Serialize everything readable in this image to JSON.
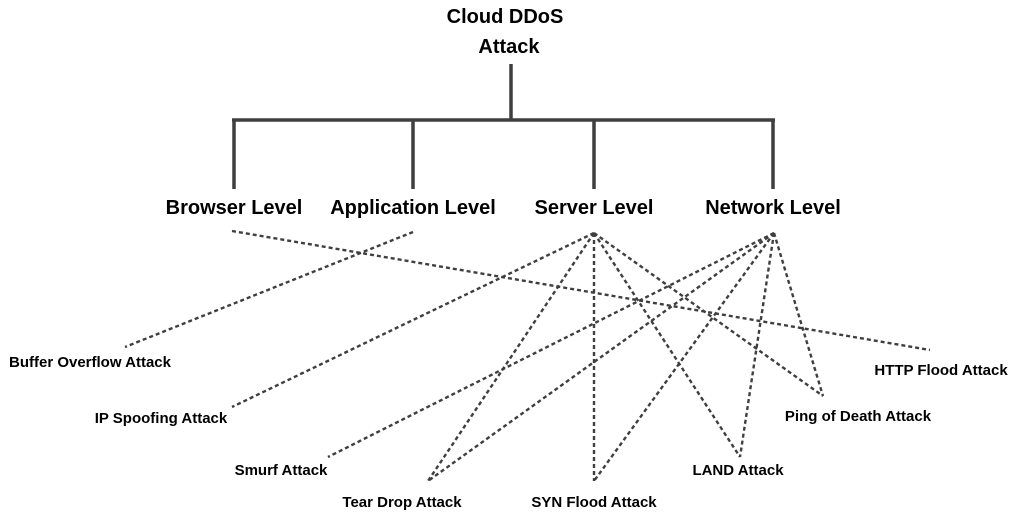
{
  "root": {
    "line1": "Cloud DDoS",
    "line2": "Attack"
  },
  "levels": [
    {
      "id": "browser",
      "label": "Browser Level"
    },
    {
      "id": "application",
      "label": "Application Level"
    },
    {
      "id": "server",
      "label": "Server Level"
    },
    {
      "id": "network",
      "label": "Network Level"
    }
  ],
  "attacks": [
    {
      "id": "buffer-overflow",
      "label": "Buffer Overflow Attack"
    },
    {
      "id": "ip-spoofing",
      "label": "IP Spoofing Attack"
    },
    {
      "id": "smurf",
      "label": "Smurf Attack"
    },
    {
      "id": "tear-drop",
      "label": "Tear Drop Attack"
    },
    {
      "id": "syn-flood",
      "label": "SYN Flood Attack"
    },
    {
      "id": "land",
      "label": "LAND Attack"
    },
    {
      "id": "ping-of-death",
      "label": "Ping of Death Attack"
    },
    {
      "id": "http-flood",
      "label": "HTTP Flood Attack"
    }
  ],
  "links": [
    {
      "from": "browser",
      "to": "http-flood"
    },
    {
      "from": "application",
      "to": "buffer-overflow"
    },
    {
      "from": "server",
      "to": "ip-spoofing"
    },
    {
      "from": "server",
      "to": "tear-drop"
    },
    {
      "from": "server",
      "to": "syn-flood"
    },
    {
      "from": "server",
      "to": "land"
    },
    {
      "from": "server",
      "to": "ping-of-death"
    },
    {
      "from": "network",
      "to": "smurf"
    },
    {
      "from": "network",
      "to": "tear-drop"
    },
    {
      "from": "network",
      "to": "syn-flood"
    },
    {
      "from": "network",
      "to": "land"
    },
    {
      "from": "network",
      "to": "ping-of-death"
    }
  ]
}
